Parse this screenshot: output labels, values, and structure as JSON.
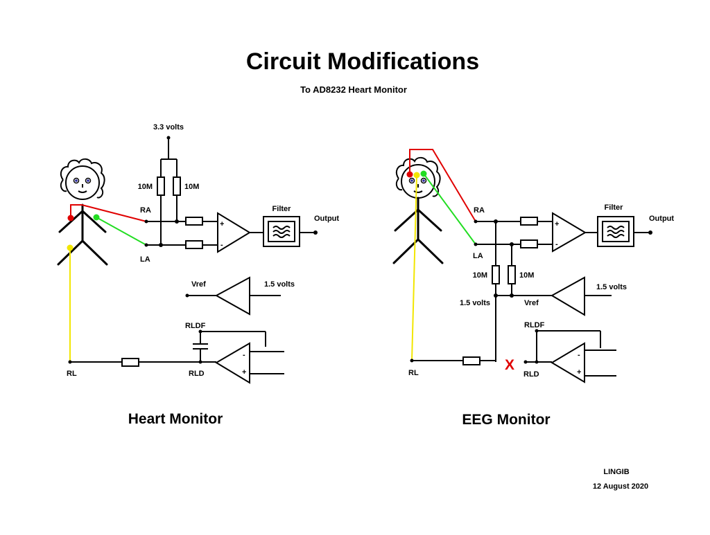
{
  "title": "Circuit Modifications",
  "subtitle": "To AD8232 Heart Monitor",
  "colors": {
    "ra_lead": "#e00000",
    "la_lead": "#22dd22",
    "rl_lead": "#f2e600",
    "removed_mark": "#e00000"
  },
  "heart": {
    "caption": "Heart Monitor",
    "supply_label": "3.3 volts",
    "resistor1_label": "10M",
    "resistor2_label": "10M",
    "ra_label": "RA",
    "la_label": "LA",
    "filter_label": "Filter",
    "output_label": "Output",
    "vref_label": "Vref",
    "vref_value_label": "1.5 volts",
    "rldf_label": "RLDF",
    "rld_label": "RLD",
    "rl_label": "RL"
  },
  "eeg": {
    "caption": "EEG Monitor",
    "ra_label": "RA",
    "la_label": "LA",
    "filter_label": "Filter",
    "output_label": "Output",
    "resistor1_label": "10M",
    "resistor2_label": "10M",
    "bias_label": "1.5 volts",
    "vref_label": "Vref",
    "vref_value_label": "1.5 volts",
    "rldf_label": "RLDF",
    "rld_label": "RLD",
    "rl_label": "RL",
    "removed_mark": "X"
  },
  "author": "LINGIB",
  "date": "12 August 2020"
}
